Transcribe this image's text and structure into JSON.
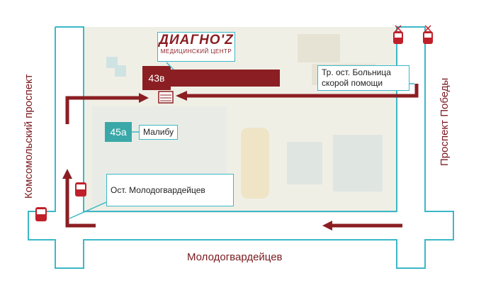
{
  "streets": {
    "west": "Комсомольский проспект",
    "east": "Проспект Победы",
    "south": "Молодогвардейцев"
  },
  "clinic": {
    "logo_main": "ДИАГНО'Z",
    "logo_sub": "МЕДИЦИНСКИЙ ЦЕНТР",
    "building": "43в"
  },
  "buildings": {
    "malibu_number": "45а",
    "malibu_name": "Малибу"
  },
  "stops": {
    "trolleybus": "Тр. ост. Больница скорой помощи",
    "bus": "Ост. Молодогвардейцев"
  },
  "colors": {
    "route": "#8b1e22",
    "road_outline": "#3cb8c8",
    "block": "#eeeee4",
    "accent": "#3aa8a8"
  }
}
